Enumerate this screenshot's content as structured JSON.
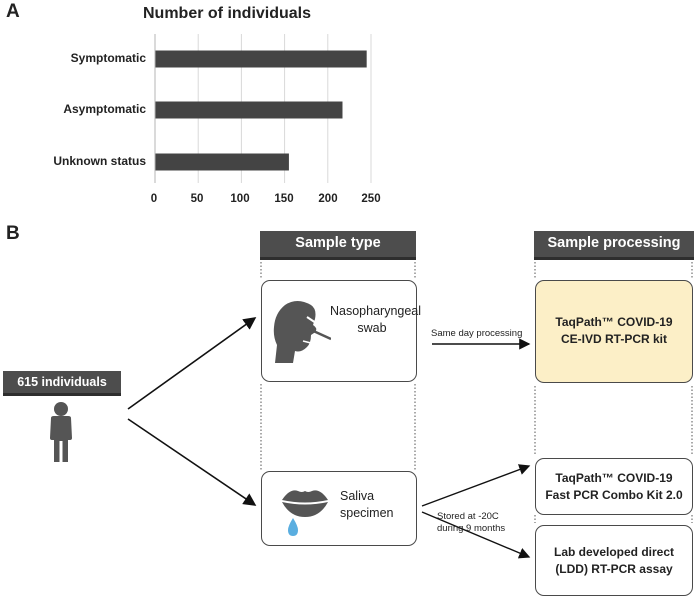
{
  "panel_a": {
    "letter": "A",
    "chart_data": {
      "type": "bar",
      "orientation": "horizontal",
      "title": "Number of individuals",
      "categories": [
        "Symptomatic",
        "Asymptomatic",
        "Unknown status"
      ],
      "values": [
        245,
        217,
        155
      ],
      "xlim": [
        0,
        250
      ],
      "xticks": [
        "0",
        "50",
        "100",
        "150",
        "200",
        "250"
      ],
      "grid": true,
      "bar_color": "#444444"
    }
  },
  "panel_b": {
    "letter": "B",
    "individuals_label": "615 individuals",
    "sample_type_header": "Sample type",
    "sample_processing_header": "Sample processing",
    "nasal_label": "Nasopharyngeal swab",
    "saliva_label": "Saliva specimen",
    "same_day_note": "Same day processing",
    "stored_note_line1": "Stored at -20C",
    "stored_note_line2": "during 9 months",
    "kit1_line1": "TaqPath™ COVID-19",
    "kit1_line2": "CE-IVD RT-PCR kit",
    "kit2_line1": "TaqPath™ COVID-19",
    "kit2_line2": "Fast PCR Combo Kit 2.0",
    "kit3_line1": "Lab developed direct",
    "kit3_line2": "(LDD) RT-PCR assay",
    "highlight_color": "#fcefc7",
    "header_color": "#4d4d4d",
    "saliva_drop_color": "#5aaee0"
  }
}
